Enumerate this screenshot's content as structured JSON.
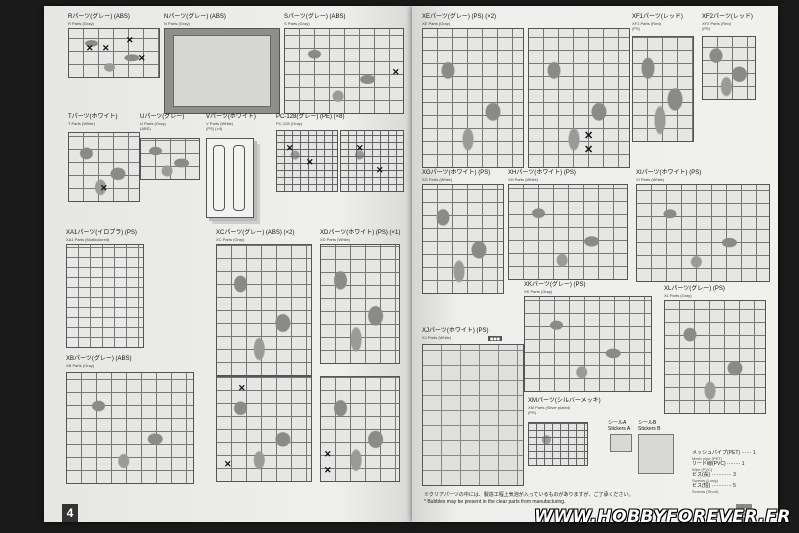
{
  "left_page": {
    "page_number": "4",
    "sections": [
      {
        "id": "r",
        "label": "Rパーツ(グレー) (ABS)",
        "sub": "R Parts (Gray)"
      },
      {
        "id": "n",
        "label": "Nパーツ(グレー) (ABS)",
        "sub": "N Parts (Gray)"
      },
      {
        "id": "s",
        "label": "Sパーツ(グレー) (ABS)",
        "sub": "S Parts (Gray)"
      },
      {
        "id": "t",
        "label": "Tパーツ(ホワイト)",
        "sub": "T Parts (White)"
      },
      {
        "id": "u",
        "label": "Uパーツ(グレー)",
        "sub": "U Parts (Gray)",
        "extra": "(ABS)"
      },
      {
        "id": "v",
        "label": "Vパーツ(ホワイト)",
        "sub": "V Parts (White)",
        "extra": "(PS) (×4)"
      },
      {
        "id": "pc",
        "label": "PC-128(グレー) (PE) (×8)",
        "sub": "PC-128 (Gray)"
      },
      {
        "id": "xa",
        "label": "XA1パーツ(イロプラ) (PS)",
        "sub": "XA1 Parts (Multicolored)"
      },
      {
        "id": "xc",
        "label": "XCパーツ(グレー) (ABS) (×2)",
        "sub": "XC Parts (Gray)"
      },
      {
        "id": "xd",
        "label": "XDパーツ(ホワイト) (PS) (×1)",
        "sub": "XD Parts (White)"
      },
      {
        "id": "xb",
        "label": "XBパーツ(グレー) (ABS)",
        "sub": "XB Parts (Gray)"
      }
    ]
  },
  "right_page": {
    "page_number": "5",
    "sections": [
      {
        "id": "xe",
        "label": "XEパーツ(グレー) (PS) (×2)",
        "sub": "XE Parts (Gray)"
      },
      {
        "id": "xf1",
        "label": "XF1パーツ(レッド)",
        "sub": "XF1 Parts (Red)",
        "extra": "(PS)"
      },
      {
        "id": "xf2",
        "label": "XF2パーツ(レッド)",
        "sub": "XF2 Parts (Red)",
        "extra": "(PS)"
      },
      {
        "id": "xg",
        "label": "XGパーツ(ホワイト) (PS)",
        "sub": "XG Parts (White)"
      },
      {
        "id": "xh",
        "label": "XHパーツ(ホワイト) (PS)",
        "sub": "XH Parts (White)"
      },
      {
        "id": "xi",
        "label": "XIパーツ(ホワイト) (PS)",
        "sub": "XI Parts (White)"
      },
      {
        "id": "xk",
        "label": "XKパーツ(グレー) (PS)",
        "sub": "XK Parts (Gray)"
      },
      {
        "id": "xl",
        "label": "XLパーツ(グレー) (PS)",
        "sub": "XL Parts (Gray)"
      },
      {
        "id": "xj",
        "label": "XJパーツ(ホワイト) (PS)",
        "sub": "XJ Parts (White)"
      },
      {
        "id": "xm",
        "label": "XMパーツ(シルバーメッキ)",
        "sub": "XM Parts (Silver plated)",
        "extra": "(PS)"
      },
      {
        "id": "stA",
        "label": "シールA",
        "sub": "Stickers A"
      },
      {
        "id": "stB",
        "label": "シールB",
        "sub": "Stickers B"
      }
    ],
    "legend": [
      {
        "label": "メッシュパイプ(PET)",
        "sub": "Mesh pipe (PET)",
        "qty": "1"
      },
      {
        "label": "リード線(PVC)",
        "sub": "Wire (PVC)",
        "qty": "1"
      },
      {
        "label": "ビス(長)",
        "sub": "Screws (Long)",
        "qty": "3"
      },
      {
        "label": "ビス(短)",
        "sub": "Screws (Short)",
        "qty": "5"
      }
    ],
    "footnote_jp": "※クリアパーツの中には、製造工程上気泡が入っているものがありますが、ご了承ください。",
    "footnote_en": "* Bubbles may be present in the clear parts from manufacturing."
  },
  "watermark": "WWW.HOBBYFOREVER.FR"
}
